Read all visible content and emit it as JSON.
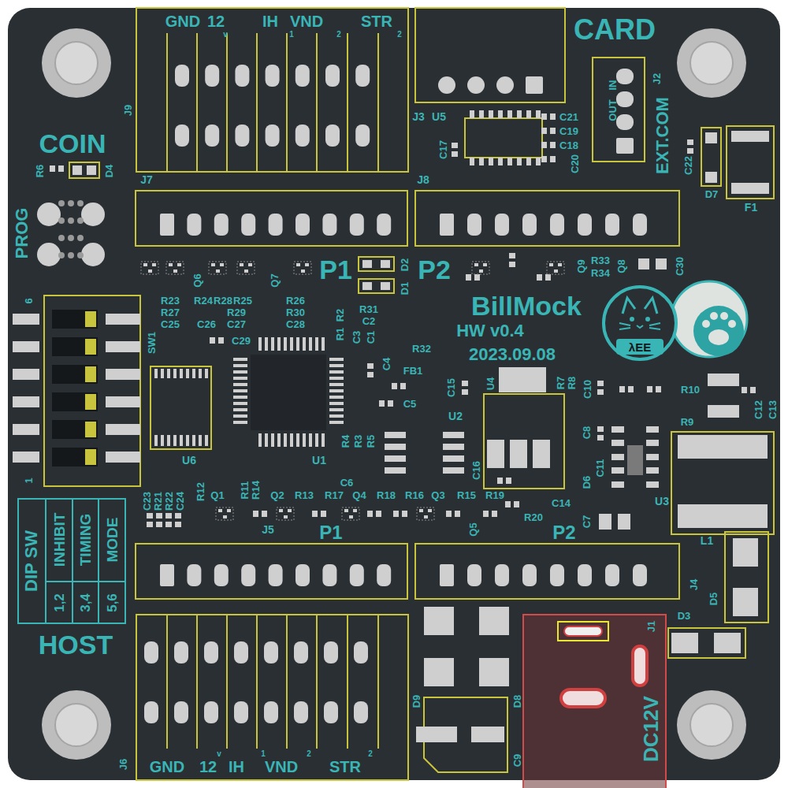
{
  "diagram": {
    "nodes": [
      {
        "text": [
          "DIP SW",
          "INHIBIT",
          "1,2",
          "TIMING",
          "3,4",
          "MODE",
          "5,6"
        ]
      }
    ],
    "labels": [
      "GND",
      "12",
      "v",
      "IH",
      "VND",
      "1",
      "2",
      "STR",
      "2",
      "CARD",
      "J9",
      "COIN",
      "R6",
      "D4",
      "J7",
      "PROG",
      "J3",
      "U5",
      "C21",
      "C19",
      "C18",
      "C20",
      "C17",
      "J8",
      "IN",
      "OUT",
      "J2",
      "EXT.COM",
      "C22",
      "D7",
      "F1",
      "P1",
      "D2",
      "D1",
      "P2",
      "Q9",
      "R33",
      "R34",
      "Q8",
      "C30",
      "Q6",
      "Q7",
      "R23",
      "R24",
      "R28",
      "R25",
      "R27",
      "R29",
      "C25",
      "C26",
      "C27",
      "R26",
      "R30",
      "C28",
      "R2",
      "R1",
      "R31",
      "C2",
      "C3",
      "C1",
      "SW1",
      "6",
      "1",
      "C29",
      "BillMock",
      "HW v0.4",
      "2023.09.08",
      "λEE",
      "R32",
      "C4",
      "FB1",
      "C5",
      "C15",
      "U4",
      "R7",
      "R8",
      "C10",
      "R10",
      "C12",
      "C13",
      "R9",
      "U6",
      "U1",
      "U2",
      "R4",
      "R3",
      "R5",
      "C6",
      "C16",
      "C8",
      "C11",
      "D6",
      "U3",
      "C14",
      "C7",
      "R20",
      "L1",
      "C23",
      "R21",
      "R22",
      "C24",
      "R12",
      "Q1",
      "R11",
      "R14",
      "Q2",
      "R13",
      "R17",
      "Q4",
      "R18",
      "R16",
      "Q3",
      "R15",
      "R19",
      "Q5",
      "J5",
      "P1",
      "P2",
      "J4",
      "D5",
      "J1",
      "D3",
      "HOST",
      "D9",
      "D8",
      "C9",
      "J6",
      "GND",
      "12",
      "v",
      "IH",
      "VND",
      "1",
      "2",
      "STR",
      "2",
      "DC12V"
    ]
  }
}
